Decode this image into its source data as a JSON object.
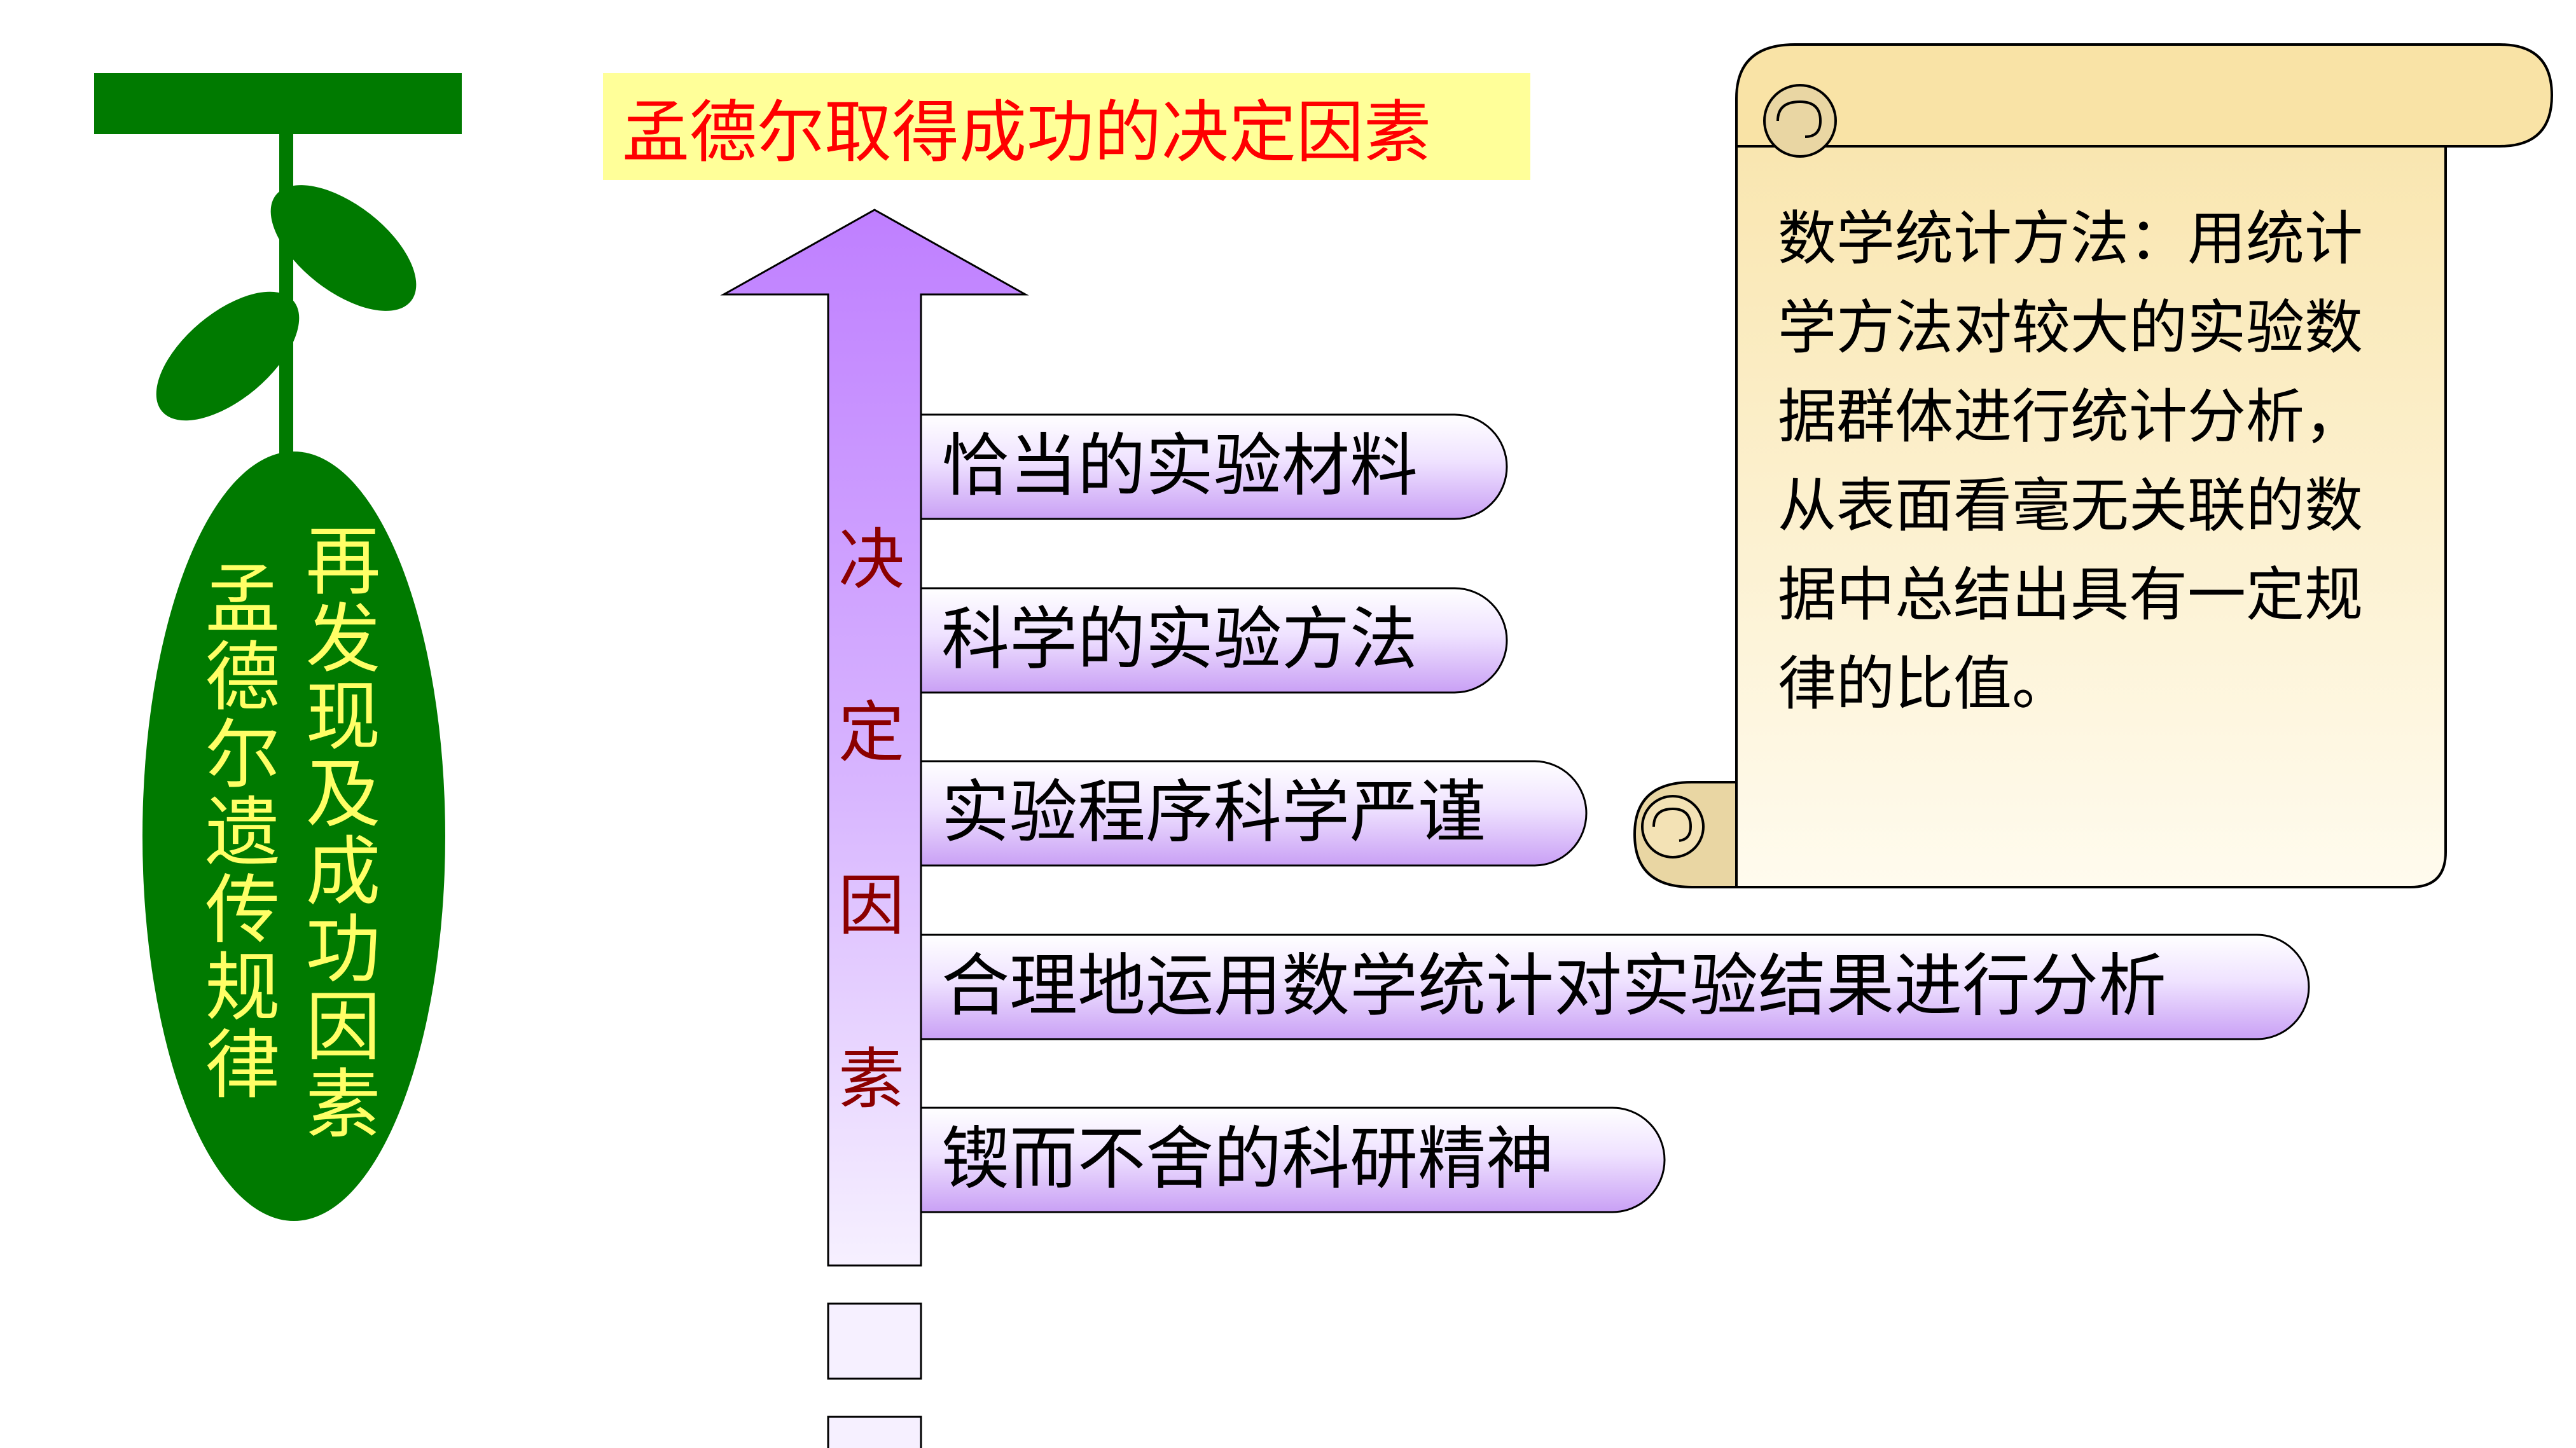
{
  "title": "孟德尔取得成功的决定因素",
  "leaf": {
    "line1": "再发现及成功因素",
    "line2": "孟德尔遗传规律"
  },
  "arrow_label_chars": [
    "决",
    "定",
    "因",
    "素"
  ],
  "factors": [
    "恰当的实验材料",
    "科学的实验方法",
    "实验程序科学严谨",
    "合理地运用数学统计对实验结果进行分析",
    "锲而不舍的科研精神"
  ],
  "scroll_text": "数学统计方法：用统计\n学方法对较大的实验数\n据群体进行统计分析，\n从表面看毫无关联的数\n据中总结出具有一定规\n律的比值。",
  "colors": {
    "title_bg": "#ffff99",
    "title_text": "#ff0000",
    "plant_green": "#007a00",
    "leaf_text": "#ffff66",
    "arrow_top": "#c080ff",
    "arrow_bottom": "#f4ecff",
    "arrow_label": "#8b0000",
    "scroll_bg": "#fff3c8"
  }
}
